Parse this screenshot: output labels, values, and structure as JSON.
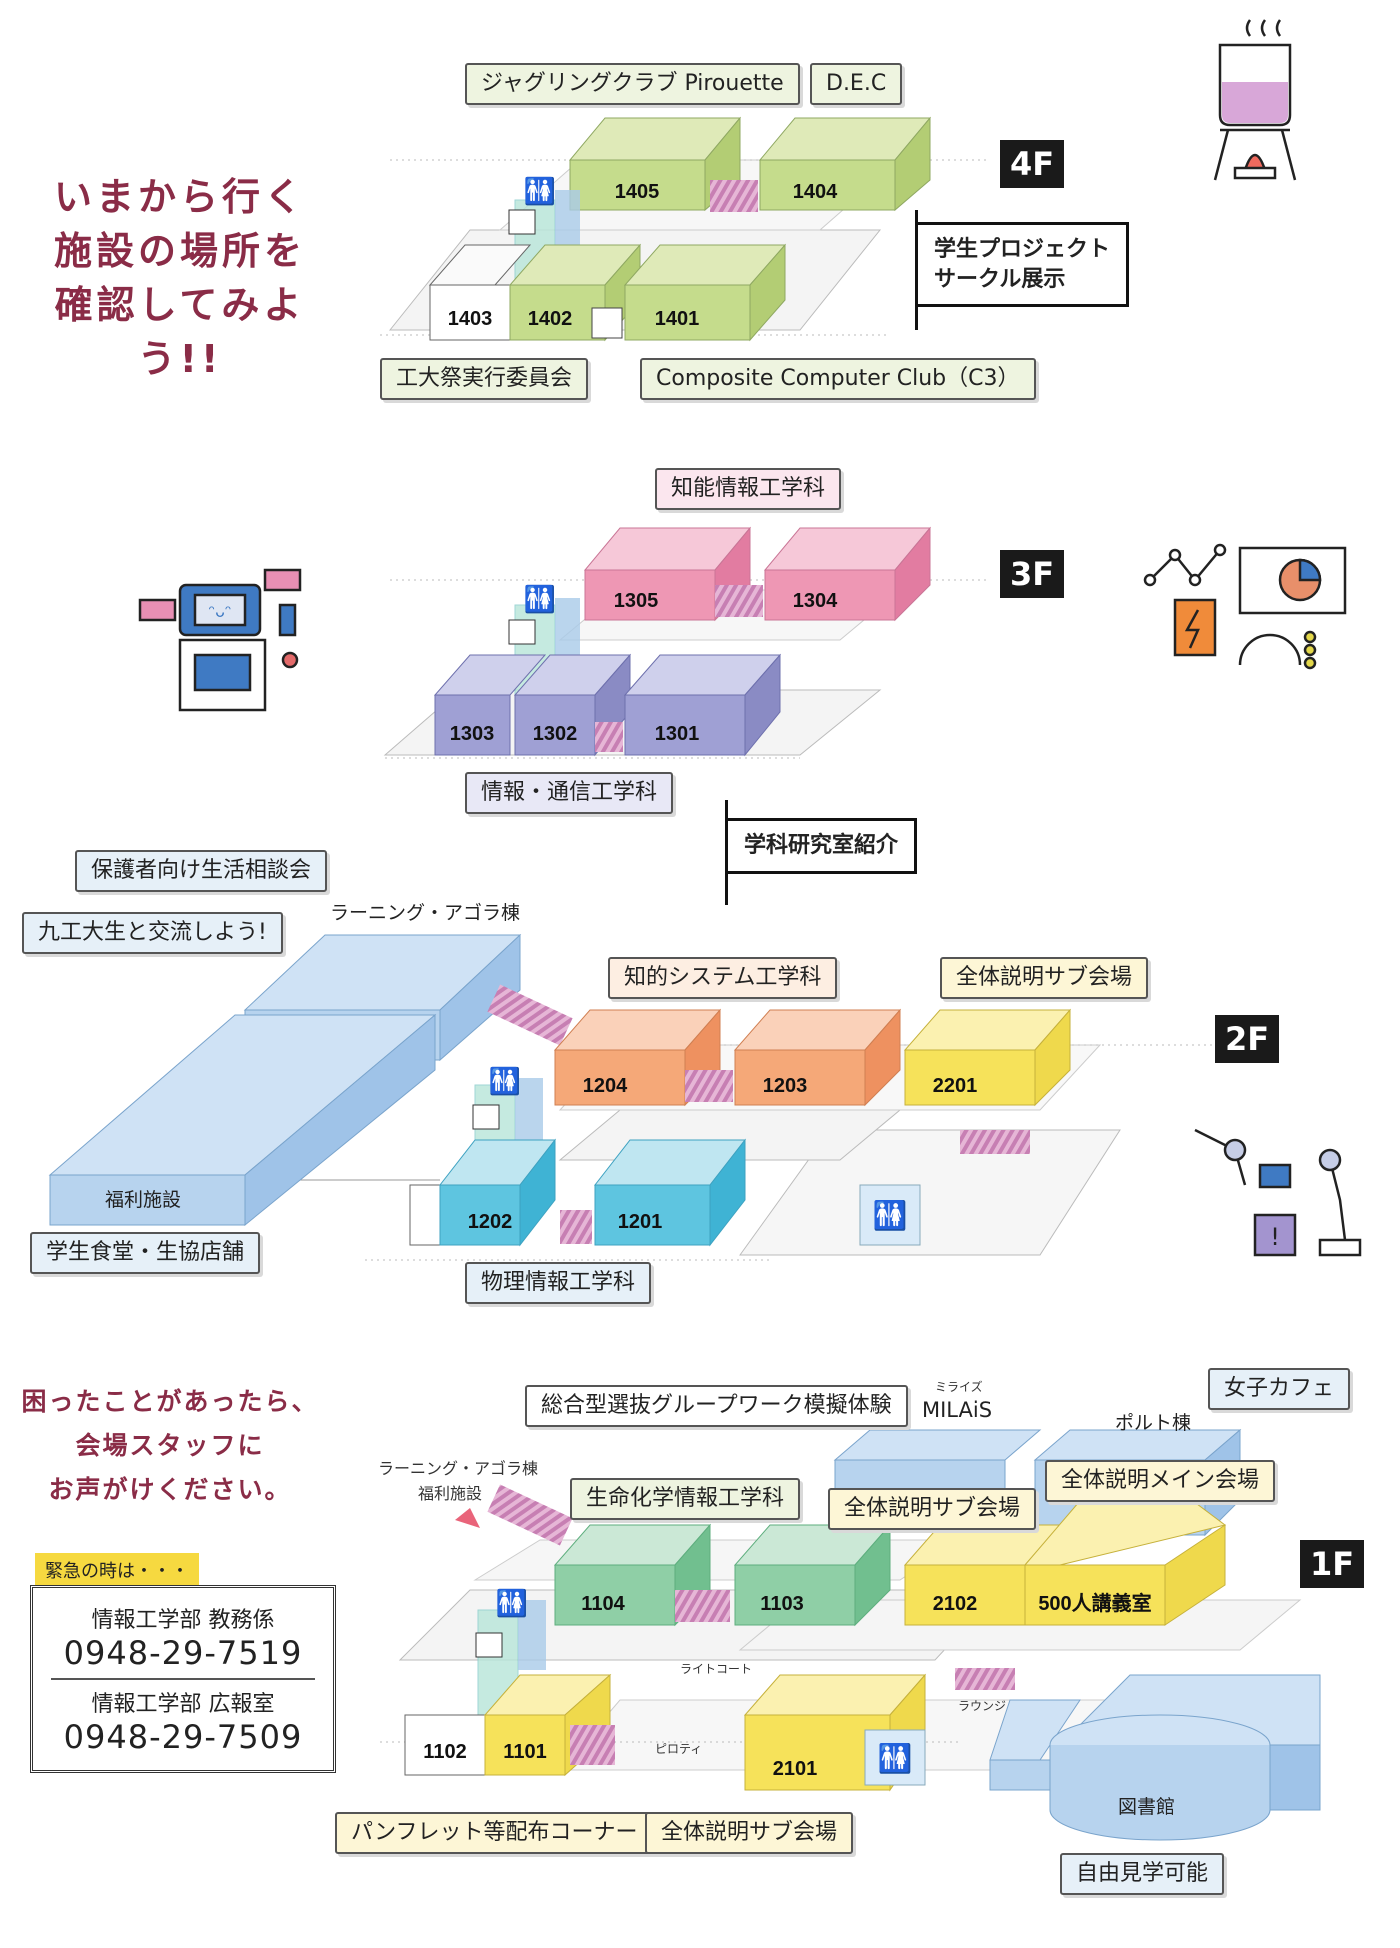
{
  "headline_top": [
    "いまから行く",
    "施設の場所を",
    "確認してみよう!!"
  ],
  "headline_bottom": [
    "困ったことがあったら、",
    "会場スタッフに",
    "お声がけください。"
  ],
  "floors": {
    "f4": {
      "badge": "4F",
      "rooms": [
        "1405",
        "1404",
        "1403",
        "1402",
        "1401"
      ],
      "tags": {
        "juggling": "ジャグリングクラブ Pirouette",
        "dec": "D.E.C",
        "committee": "工大祭実行委員会",
        "c3": "Composite Computer Club（C3）"
      },
      "flag": [
        "学生プロジェクト",
        "サークル展示"
      ]
    },
    "f3": {
      "badge": "3F",
      "rooms": [
        "1305",
        "1304",
        "1303",
        "1302",
        "1301"
      ],
      "tags": {
        "chino": "知能情報工学科",
        "tsushin": "情報・通信工学科"
      },
      "flag": [
        "学科研究室紹介"
      ]
    },
    "f2": {
      "badge": "2F",
      "rooms": [
        "1204",
        "1203",
        "2201",
        "1202",
        "1201"
      ],
      "tags": {
        "hogosha": "保護者向け生活相談会",
        "kouryu": "九工大生と交流しよう!",
        "shokudo": "学生食堂・生協店舗",
        "chiteki": "知的システム工学科",
        "sub": "全体説明サブ会場",
        "butsuri": "物理情報工学科"
      },
      "labels": {
        "agora": "ラーニング・アゴラ棟",
        "fukuri": "福利施設"
      }
    },
    "f1": {
      "badge": "1F",
      "rooms": [
        "1104",
        "1103",
        "2102",
        "500人講義室",
        "1102",
        "1101",
        "2101"
      ],
      "tags": {
        "sougou": "総合型選抜グループワーク模擬体験",
        "joshi": "女子カフェ",
        "seimei": "生命化学情報工学科",
        "sub1": "全体説明サブ会場",
        "main": "全体説明メイン会場",
        "pamph": "パンフレット等配布コーナー",
        "sub2": "全体説明サブ会場",
        "kengaku": "自由見学可能"
      },
      "labels": {
        "milais_ruby": "ミライズ",
        "milais": "MILAiS",
        "polt": "ポルト棟",
        "agora2a": "ラーニング・アゴラ棟",
        "agora2b": "福利施設",
        "light": "ライトコート",
        "pilotis": "ピロティ",
        "lounge": "ラウンジ",
        "toshokan": "図書館"
      }
    }
  },
  "emergency": {
    "label": "緊急の時は・・・",
    "contacts": [
      {
        "dept": "情報工学部 教務係",
        "tel": "0948-29-7519"
      },
      {
        "dept": "情報工学部 広報室",
        "tel": "0948-29-7509"
      }
    ]
  },
  "colors": {
    "green": "#c5dc8c",
    "pink": "#ee97b4",
    "violet": "#9fa0d4",
    "peach": "#f5a878",
    "cyan": "#5ec5e0",
    "yellow": "#f6e25a",
    "mint": "#8fcfa6",
    "blue": "#a9cbe9",
    "accent": "#8a2c47"
  }
}
